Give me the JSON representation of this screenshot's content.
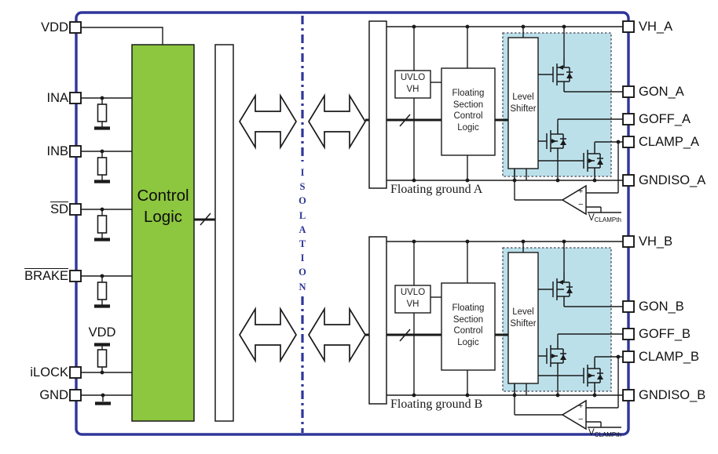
{
  "colors": {
    "border_blue": "#2f3699",
    "isolation_blue": "#2f3699",
    "control_logic_green": "#8dc63f",
    "channel_box_blue": "#bce0ea"
  },
  "pins": {
    "left": [
      "VDD",
      "INA",
      "INB",
      "SD",
      "BRAKE",
      "iLOCK",
      "GND"
    ],
    "right": [
      "VH_A",
      "GON_A",
      "GOFF_A",
      "CLAMP_A",
      "GNDISO_A",
      "VH_B",
      "GON_B",
      "GOFF_B",
      "CLAMP_B",
      "GNDISO_B"
    ]
  },
  "labels": {
    "vdd_pullup": "VDD",
    "control_logic": "Control\nLogic",
    "isolation_vertical": "I\nS\nO\nL\nA\nT\nI\nO\nN"
  },
  "channel_a": {
    "uvlo": "UVLO\nVH",
    "floating_section": "Floating\nSection\nControl\nLogic",
    "level_shifter": "Level\nShifter",
    "floating_ground": "Floating ground A",
    "comparator_plus": "+",
    "comparator_minus": "−",
    "vclamp_v": "V",
    "vclamp_sub": "CLAMPth"
  },
  "channel_b": {
    "uvlo": "UVLO\nVH",
    "floating_section": "Floating\nSection\nControl\nLogic",
    "level_shifter": "Level\nShifter",
    "floating_ground": "Floating ground B",
    "comparator_plus": "+",
    "comparator_minus": "−",
    "vclamp_v": "V",
    "vclamp_sub": "CLAMPth"
  }
}
